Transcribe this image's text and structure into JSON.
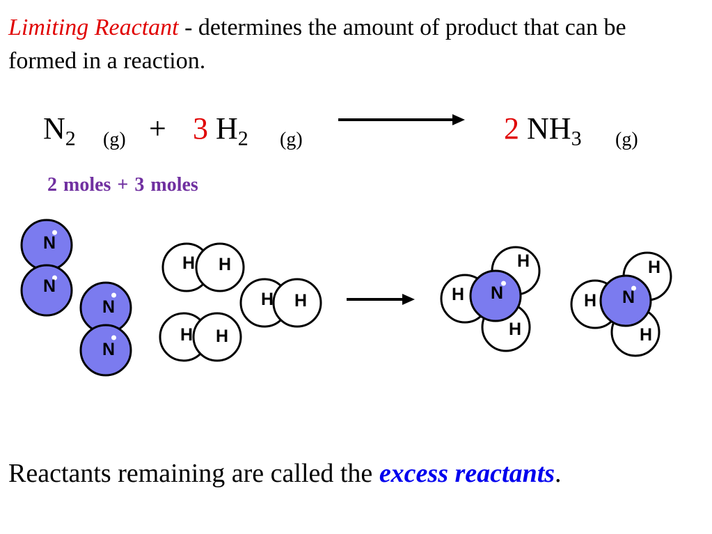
{
  "definition": {
    "term": "Limiting Reactant",
    "text": " - determines the amount of product that can be formed in a reaction."
  },
  "equation": {
    "reactant1": {
      "formula": "N",
      "subscript": "2",
      "state": "(g)"
    },
    "plus": "+",
    "reactant2": {
      "coefficient": "3",
      "formula": "H",
      "subscript": "2",
      "state": "(g)"
    },
    "product": {
      "coefficient": "2",
      "formula": "NH",
      "subscript": "3",
      "state": "(g)"
    }
  },
  "moles_label": "2 moles   +   3 moles",
  "molecules": {
    "nitrogen_symbol": "N",
    "hydrogen_symbol": "H",
    "nitrogen_color": "#7b7bef",
    "hydrogen_color": "#ffffff"
  },
  "footer": {
    "prefix": "Reactants remaining are called the ",
    "emphasis": "excess reactants",
    "suffix": "."
  },
  "colors": {
    "term": "#e00000",
    "coefficient": "#e00000",
    "moles": "#7030a0",
    "excess": "#0000ee"
  }
}
